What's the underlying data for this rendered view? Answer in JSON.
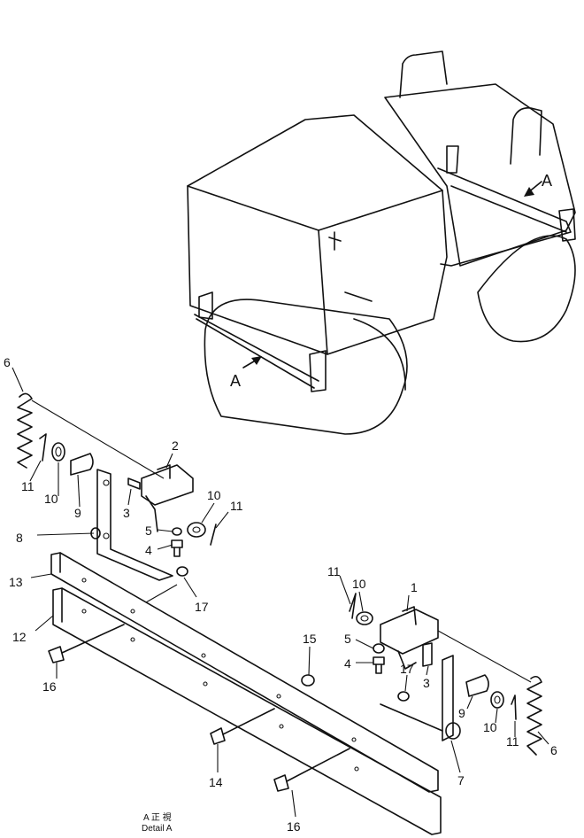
{
  "view_labels": [
    "A",
    "A"
  ],
  "caption": {
    "line1": "A 正 視",
    "line2": "Detail A"
  },
  "part_numbers": [
    "1",
    "2",
    "3",
    "3",
    "4",
    "4",
    "5",
    "5",
    "6",
    "6",
    "7",
    "8",
    "9",
    "9",
    "10",
    "10",
    "10",
    "10",
    "11",
    "11",
    "11",
    "11",
    "12",
    "13",
    "14",
    "15",
    "16",
    "16",
    "17",
    "17"
  ]
}
